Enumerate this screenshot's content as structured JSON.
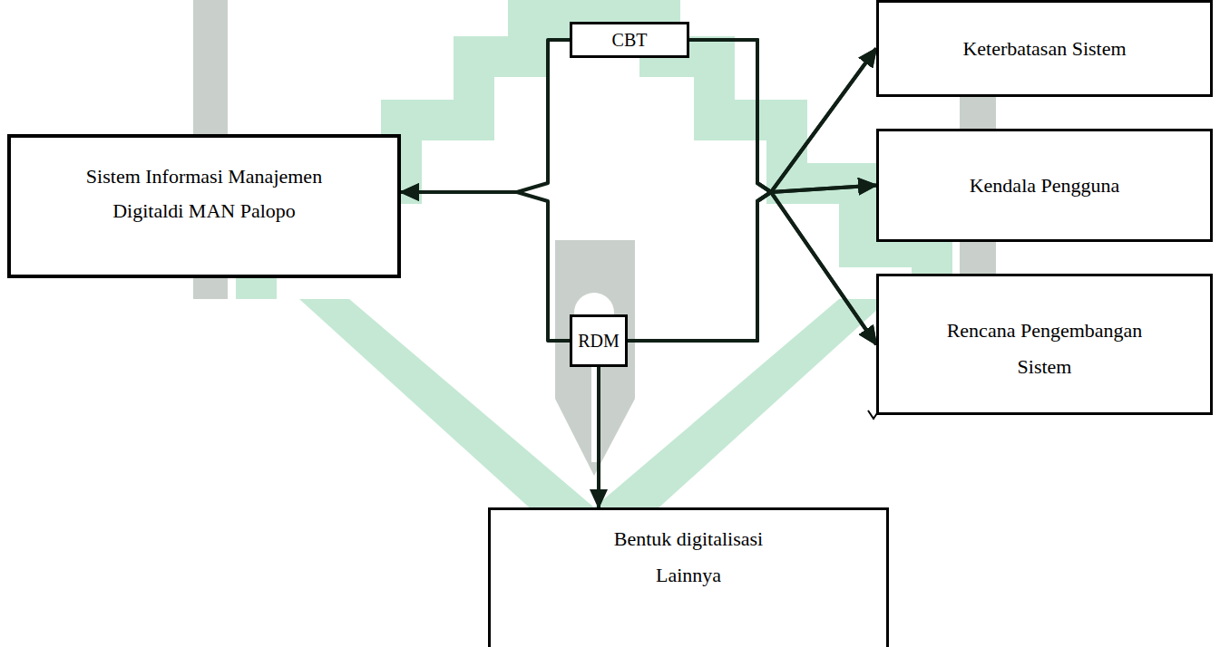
{
  "diagram": {
    "nodes": [
      {
        "text": [
          "Sistem Informasi Manajemen Digitaldi MAN Palopo"
        ]
      },
      {
        "text": [
          "CBT"
        ]
      },
      {
        "text": [
          "RDM"
        ]
      },
      {
        "text": [
          "Keterbatasan Sistem"
        ]
      },
      {
        "text": [
          "Kendala Pengguna"
        ]
      },
      {
        "text": [
          "Rencana Pengembangan Sistem"
        ]
      },
      {
        "text": [
          "Bentuk digitalisasi Lainnya"
        ]
      }
    ],
    "edges": [
      {
        "from": 1,
        "to": 0,
        "arrow": "to"
      },
      {
        "from": 2,
        "to": 0,
        "arrow": "to"
      },
      {
        "from": 1,
        "to": 3,
        "arrow": "to"
      },
      {
        "from": 2,
        "to": 3,
        "arrow": "to"
      },
      {
        "from": 1,
        "to": 4,
        "arrow": "to"
      },
      {
        "from": 2,
        "to": 4,
        "arrow": "to"
      },
      {
        "from": 1,
        "to": 5,
        "arrow": "to"
      },
      {
        "from": 2,
        "to": 5,
        "arrow": "to"
      },
      {
        "from": 2,
        "to": 6,
        "arrow": "to"
      }
    ]
  }
}
